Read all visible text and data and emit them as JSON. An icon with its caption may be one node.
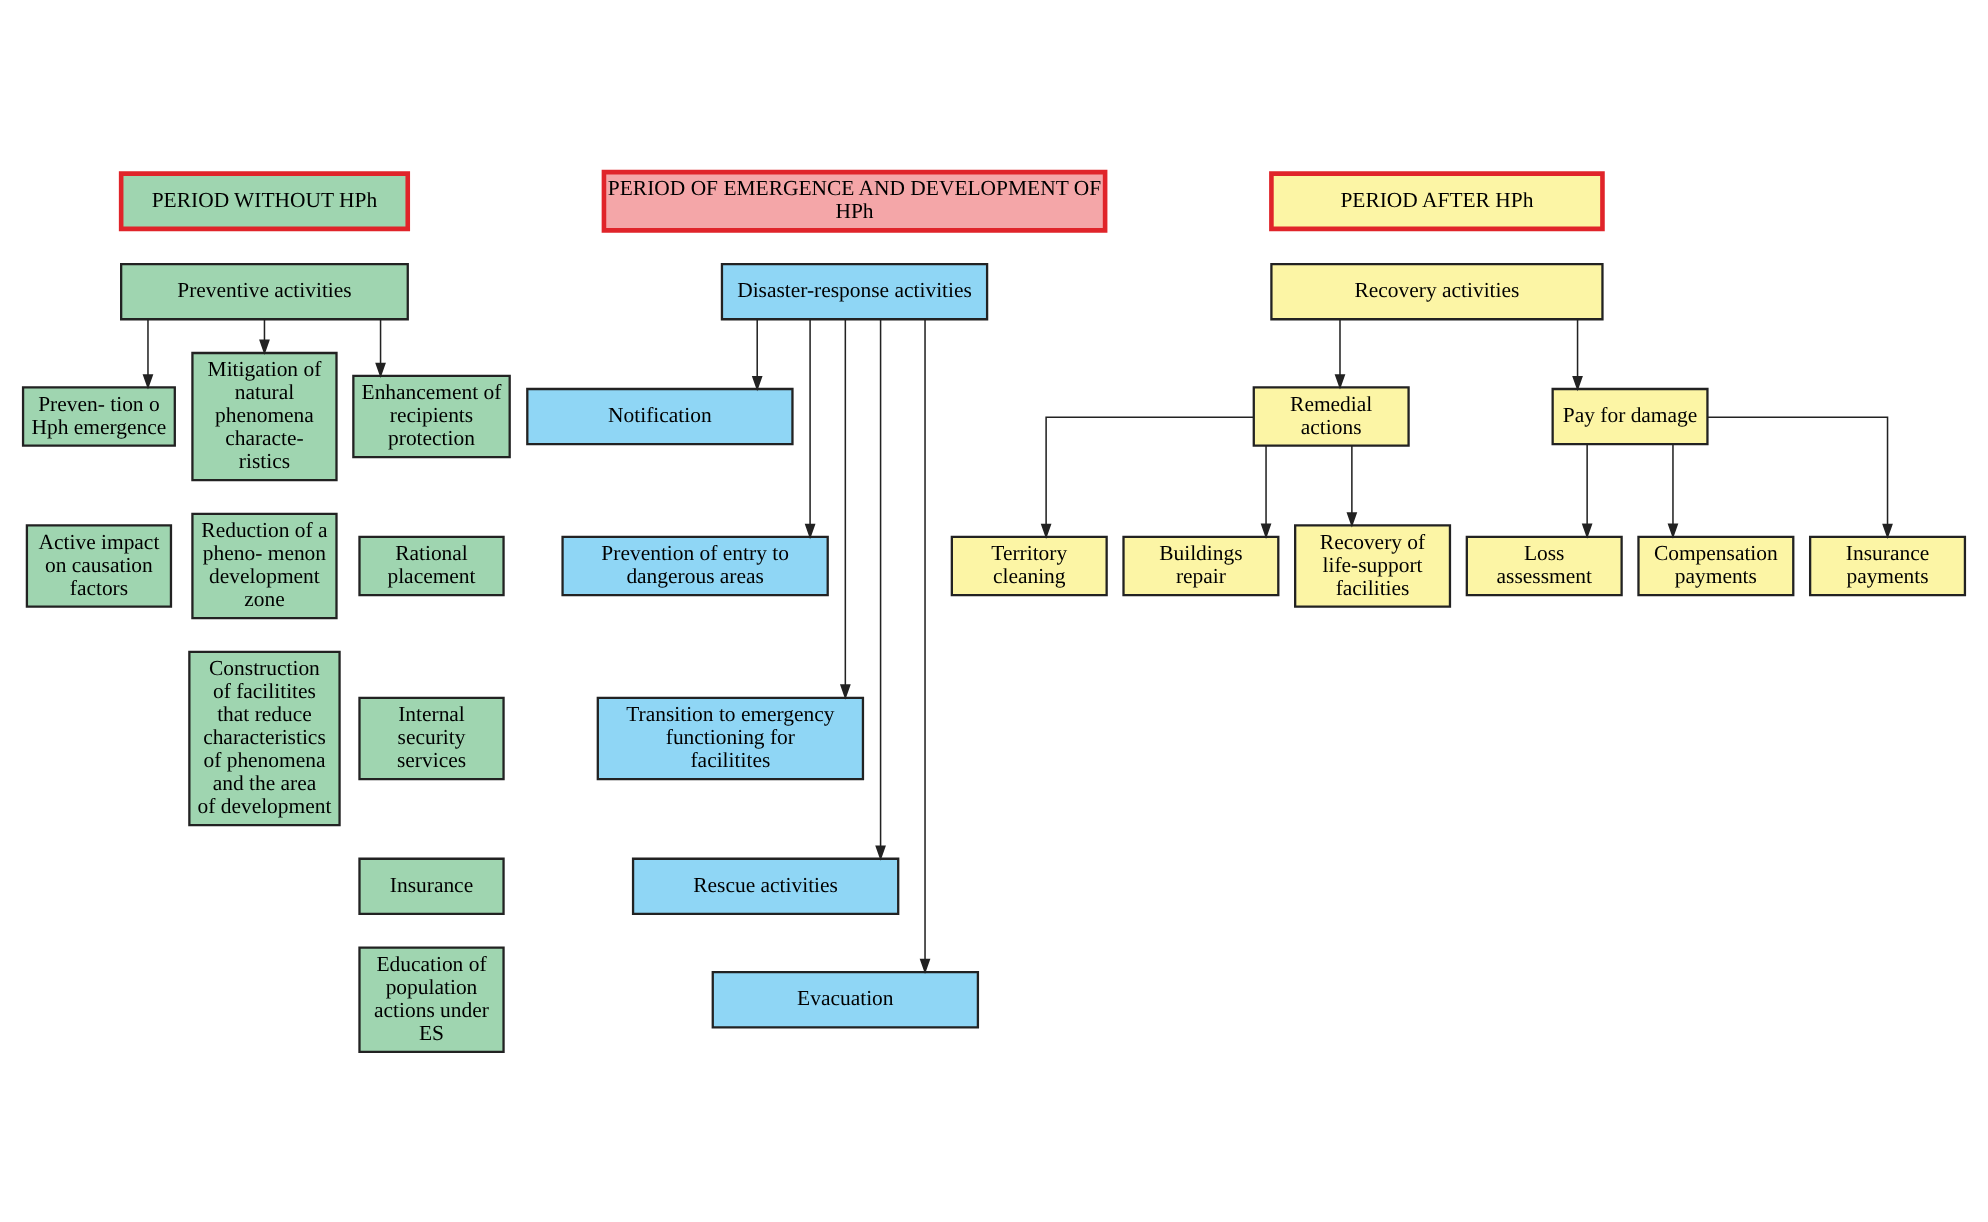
{
  "diagram": {
    "nodes": [
      {
        "text": [
          "PERIOD WITHOUT HPh"
        ]
      },
      {
        "text": [
          "Preventive activities"
        ]
      },
      {
        "text": [
          "Preven- tion o Hph emergence"
        ]
      },
      {
        "text": [
          "Active impact on causation factors"
        ]
      },
      {
        "text": [
          "Mitigation of natural phenomena characte- ristics"
        ]
      },
      {
        "text": [
          "Reduction of a pheno- menon development zone"
        ]
      },
      {
        "text": [
          "Construction of facilitites that reduce characteristics of phenomena and the area of development"
        ]
      },
      {
        "text": [
          "Enhancement of recipients protection"
        ]
      },
      {
        "text": [
          "Rational placement"
        ]
      },
      {
        "text": [
          "Internal security services"
        ]
      },
      {
        "text": [
          "Insurance"
        ]
      },
      {
        "text": [
          "Education of population actions under ES"
        ]
      },
      {
        "text": [
          "PERIOD OF EMERGENCE AND DEVELOPMENT OF HPh"
        ]
      },
      {
        "text": [
          "Disaster-response activities"
        ]
      },
      {
        "text": [
          "Notification"
        ]
      },
      {
        "text": [
          "Prevention of entry to dangerous areas"
        ]
      },
      {
        "text": [
          "Transition to emergency functioning for facilitites"
        ]
      },
      {
        "text": [
          "Rescue activities"
        ]
      },
      {
        "text": [
          "Evacuation"
        ]
      },
      {
        "text": [
          "PERIOD AFTER HPh"
        ]
      },
      {
        "text": [
          "Recovery activities"
        ]
      },
      {
        "text": [
          "Remedial actions"
        ]
      },
      {
        "text": [
          "Pay for damage"
        ]
      },
      {
        "text": [
          "Territory cleaning"
        ]
      },
      {
        "text": [
          "Loss assessment"
        ]
      },
      {
        "text": [
          "Buildings repair"
        ]
      },
      {
        "text": [
          "Compensation payments"
        ]
      },
      {
        "text": [
          "Recovery of life-support facilities"
        ]
      },
      {
        "text": [
          "Insurance payments"
        ]
      }
    ],
    "edges": [
      {
        "from": 1,
        "to": 2,
        "arrow": "to"
      },
      {
        "from": 1,
        "to": 4,
        "arrow": "to"
      },
      {
        "from": 1,
        "to": 7,
        "arrow": "to"
      },
      {
        "from": 13,
        "to": 14,
        "arrow": "to"
      },
      {
        "from": 13,
        "to": 15,
        "arrow": "to"
      },
      {
        "from": 13,
        "to": 16,
        "arrow": "to"
      },
      {
        "from": 13,
        "to": 17,
        "arrow": "to"
      },
      {
        "from": 13,
        "to": 18,
        "arrow": "to"
      },
      {
        "from": 20,
        "to": 21,
        "arrow": "to"
      },
      {
        "from": 20,
        "to": 22,
        "arrow": "to"
      },
      {
        "from": 21,
        "to": 23,
        "arrow": "to"
      },
      {
        "from": 21,
        "to": 25,
        "arrow": "to"
      },
      {
        "from": 21,
        "to": 27,
        "arrow": "to"
      },
      {
        "from": 22,
        "to": 24,
        "arrow": "to"
      },
      {
        "from": 22,
        "to": 26,
        "arrow": "to"
      },
      {
        "from": 22,
        "to": 28,
        "arrow": "to"
      }
    ]
  }
}
